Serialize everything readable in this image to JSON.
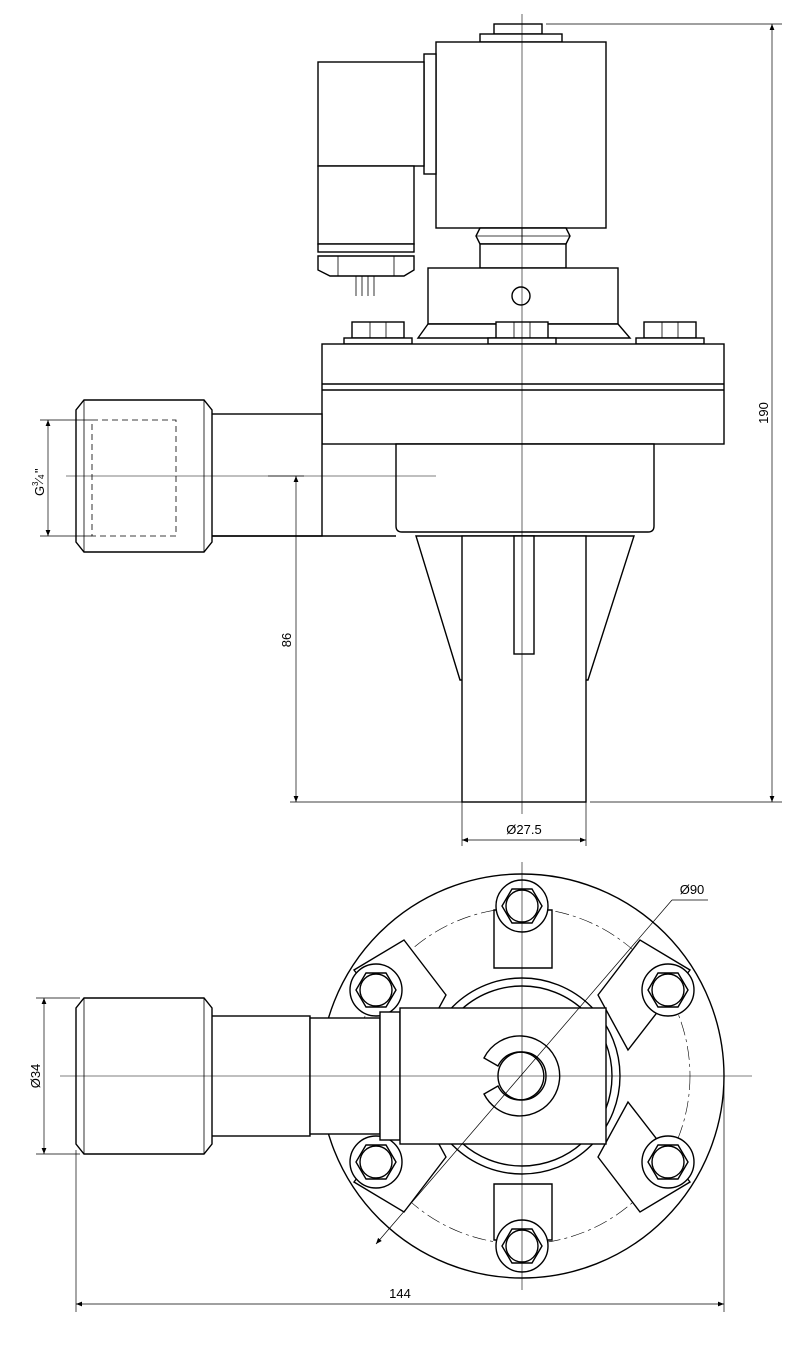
{
  "colors": {
    "line": "#000000",
    "background": "#ffffff"
  },
  "dimensions": {
    "height": "190",
    "outlet_height": "86",
    "outlet_diameter": "Ø27.5",
    "flange_diameter": "Ø90",
    "inlet_diameter": "Ø34",
    "total_width": "144",
    "thread": {
      "prefix": "G",
      "numerator": "3",
      "denominator": "4",
      "suffix": "\""
    }
  }
}
